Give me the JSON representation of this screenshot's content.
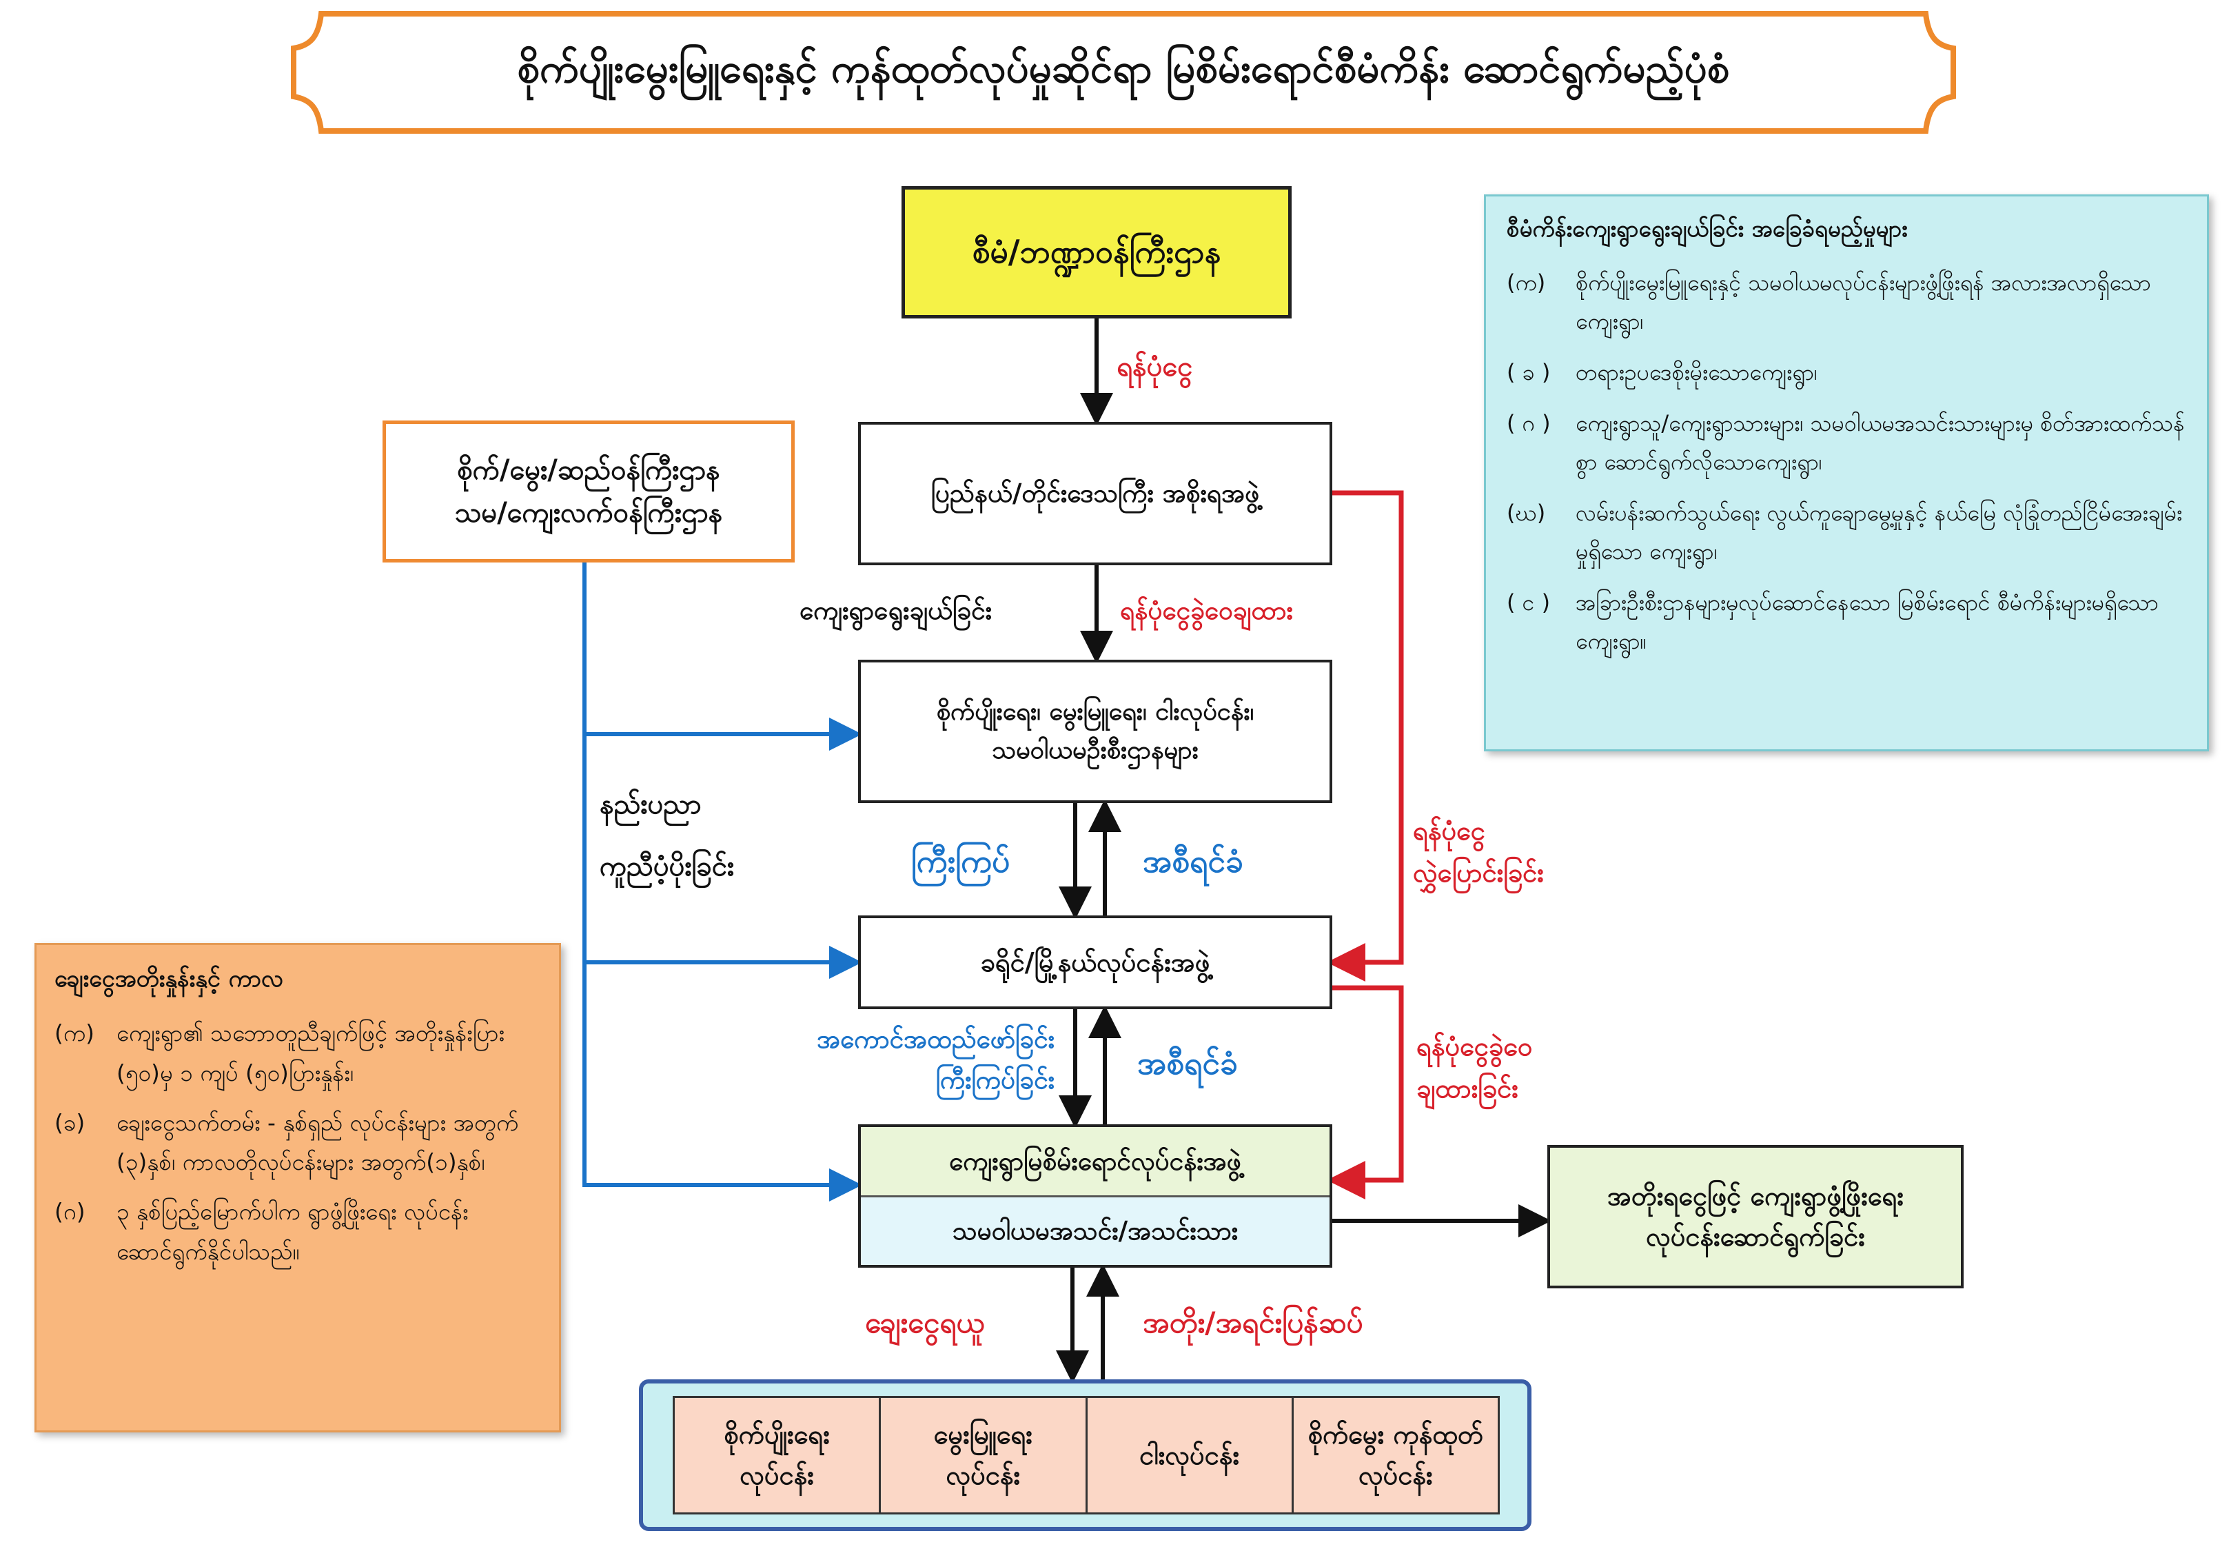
{
  "title": "စိုက်ပျိုးမွေးမြူရေးနှင့် ကုန်ထုတ်လုပ်မှုဆိုင်ရာ မြစိမ်းရောင်စီမံကိန်း ဆောင်ရွက်မည့်ပုံစံ",
  "boxes": {
    "ministry": "စီမံ/ဘဏ္ဍာဝန်ကြီးဌာန",
    "state": "ပြည်နယ်/တိုင်းဒေသကြီး အစိုးရအဖွဲ့",
    "depts": [
      "စိုက်ပျိုးရေး၊ မွေးမြူရေး၊ ငါးလုပ်ငန်း၊",
      "သမဝါယမဦးစီးဌာနများ"
    ],
    "district": "ခရိုင်/မြို့နယ်လုပ်ငန်းအဖွဲ့",
    "village_upper": "ကျေးရွာမြစိမ်းရောင်လုပ်ငန်းအဖွဲ့",
    "village_lower": "သမဝါယမအသင်း/အသင်းသား",
    "ministries": [
      "စိုက်/မွေး/ဆည်ဝန်ကြီးဌာန",
      "သမ/ကျေးလက်ဝန်ကြီးဌာန"
    ],
    "result": [
      "အတိုးရငွေဖြင့် ကျေးရွာဖွံ့ဖြိုးရေး",
      "လုပ်ငန်းဆောင်ရွက်ခြင်း"
    ]
  },
  "labels": {
    "fund": "ရန်ပုံငွေ",
    "village_selection": "ကျေးရွာရွေးချယ်ခြင်း",
    "fund_allocation": "ရန်ပုံငွေခွဲဝေချထား",
    "tech_support": [
      "နည်းပညာ",
      "ကူညီပံ့ပိုးခြင်း"
    ],
    "supervise": "ကြီးကြပ်",
    "report_1": "အစီရင်ခံ",
    "fund_transfer": [
      "ရန်ပုံငွေ",
      "လွှဲပြောင်းခြင်း"
    ],
    "implement_supervise": [
      "အကောင်အထည်ဖော်ခြင်း",
      "ကြီးကြပ်ခြင်း"
    ],
    "report_2": "အစီရင်ခံ",
    "fund_allocation_2": [
      "ရန်ပုံငွေခွဲဝေ",
      "ချထားခြင်း"
    ],
    "borrow": "ချေးငွေရယူ",
    "repay": "အတိုး/အရင်းပြန်ဆပ်"
  },
  "criteria": {
    "heading": "စီမံကိန်းကျေးရွာရွေးချယ်ခြင်း အခြေခံရမည့်မှုများ",
    "items": [
      {
        "marker": "(က)",
        "text": "စိုက်ပျိုးမွေးမြူရေးနှင့် သမဝါယမလုပ်ငန်းများဖွံ့ဖြိုးရန် အလားအလာရှိသော ကျေးရွာ၊"
      },
      {
        "marker": "( ခ )",
        "text": "တရားဥပဒေစိုးမိုးသောကျေးရွာ၊"
      },
      {
        "marker": "( ဂ )",
        "text": "ကျေးရွာသူ/ကျေးရွာသားများ၊ သမဝါယမအသင်းသားများမှ စိတ်အားထက်သန်စွာ ဆောင်ရွက်လိုသောကျေးရွာ၊"
      },
      {
        "marker": "(ဃ)",
        "text": "လမ်းပန်းဆက်သွယ်ရေး လွယ်ကူချောမွေ့မှုနှင့် နယ်မြေ လုံခြုံတည်ငြိမ်အေးချမ်းမှုရှိသော ကျေးရွာ၊"
      },
      {
        "marker": "( င )",
        "text": "အခြားဦးစီးဌာနများမှလုပ်ဆောင်နေသော မြစိမ်းရောင် စီမံကိန်းများမရှိသော ကျေးရွာ။"
      }
    ]
  },
  "loan": {
    "heading": "ချေးငွေအတိုးနှုန်းနှင့် ကာလ",
    "items": [
      {
        "marker": "(က)",
        "text": "ကျေးရွာ၏ သဘောတူညီချက်ဖြင့် အတိုးနှုန်းပြား (၅၀)မှ ၁ ကျပ် (၅၀)ပြားနှုန်း၊"
      },
      {
        "marker": "(ခ)",
        "text": "ချေးငွေသက်တမ်း - နှစ်ရှည် လုပ်ငန်းများ အတွက် (၃)နှစ်၊ ကာလတိုလုပ်ငန်းများ အတွက်(၁)နှစ်၊"
      },
      {
        "marker": "(ဂ)",
        "text": "၃ နှစ်ပြည့်မြောက်ပါက ရွာဖွံ့ဖြိုးရေး လုပ်ငန်းဆောင်ရွက်နိုင်ပါသည်။"
      }
    ]
  },
  "sectors": [
    [
      "စိုက်ပျိုးရေး",
      "လုပ်ငန်း"
    ],
    [
      "မွေးမြူရေး",
      "လုပ်ငန်း"
    ],
    [
      "ငါးလုပ်ငန်း"
    ],
    [
      "စိုက်မွေး ကုန်ထုတ်",
      "လုပ်ငန်း"
    ]
  ],
  "colors": {
    "fund_arrows": "#d8202a",
    "support_arrows": "#1a73c9",
    "title_border": "#ee8a2c",
    "ministry_fill": "#f5f247"
  }
}
